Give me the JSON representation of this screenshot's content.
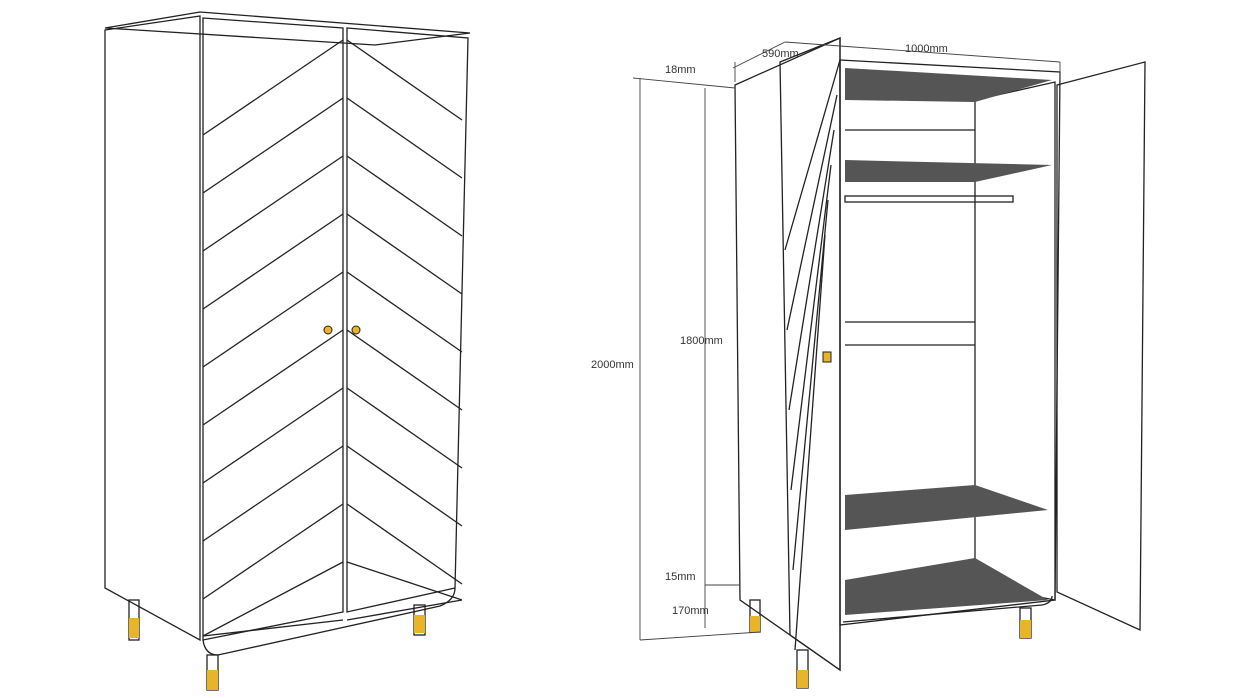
{
  "colors": {
    "panel": "#b8b8b8",
    "panel_light": "#c4c4c4",
    "shelf": "#555555",
    "interior": "#ffffff",
    "leg": "#e8b52a",
    "line": "#222222"
  },
  "dimensions": {
    "depth": "590mm",
    "width": "1000mm",
    "top_thickness": "18mm",
    "total_height": "2000mm",
    "body_height": "1800mm",
    "bottom_thickness": "15mm",
    "leg_height": "170mm"
  }
}
